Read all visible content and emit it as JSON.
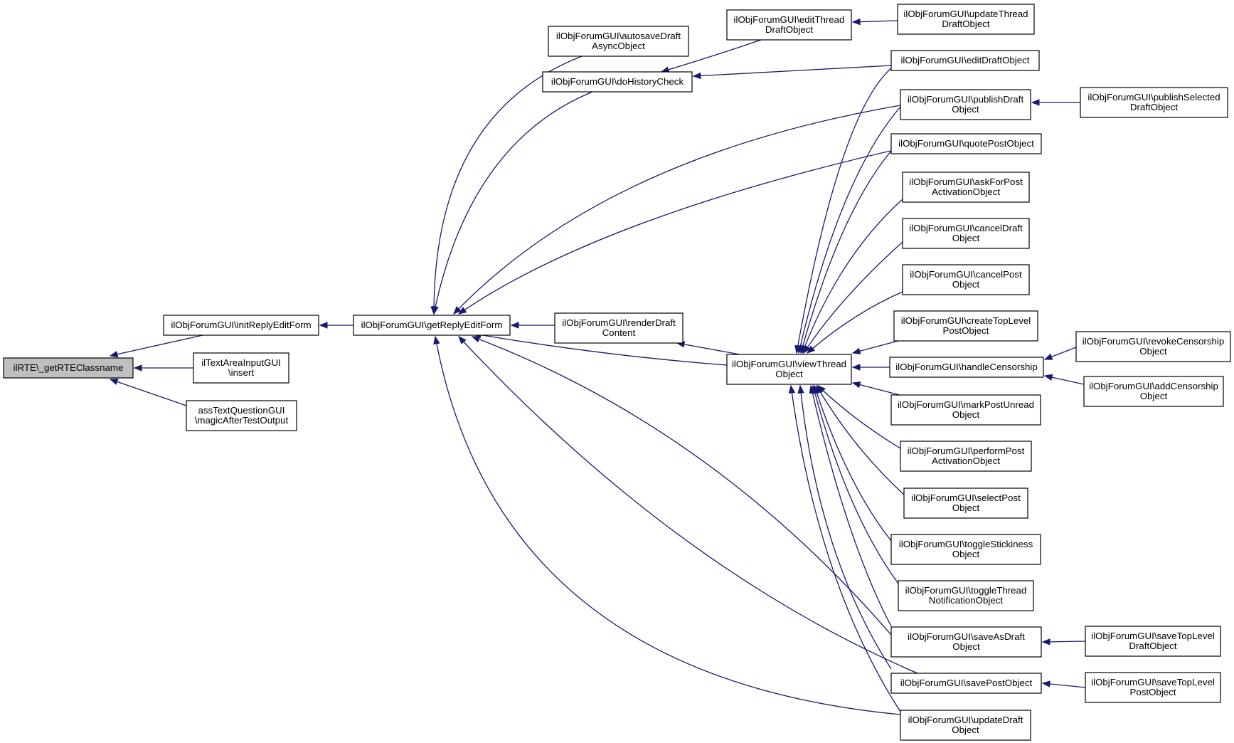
{
  "diagram": {
    "kind": "caller-graph",
    "colors": {
      "edge": "#191970",
      "root_fill": "#bfbfbf",
      "node_fill": "#ffffff",
      "node_border": "#000000"
    },
    "nodes": [
      {
        "id": "root",
        "lines": [
          "ilRTE\\_getRTEClassname"
        ]
      },
      {
        "id": "initReplyEditForm",
        "lines": [
          "ilObjForumGUI\\initReplyEditForm"
        ]
      },
      {
        "id": "textAreaInsert",
        "lines": [
          "ilTextAreaInputGUI",
          "\\insert"
        ]
      },
      {
        "id": "magicAfterTestOutput",
        "lines": [
          "assTextQuestionGUI",
          "\\magicAfterTestOutput"
        ]
      },
      {
        "id": "getReplyEditForm",
        "lines": [
          "ilObjForumGUI\\getReplyEditForm"
        ]
      },
      {
        "id": "autosaveDraftAsync",
        "lines": [
          "ilObjForumGUI\\autosaveDraft",
          "AsyncObject"
        ]
      },
      {
        "id": "doHistoryCheck",
        "lines": [
          "ilObjForumGUI\\doHistoryCheck"
        ]
      },
      {
        "id": "renderDraftContent",
        "lines": [
          "ilObjForumGUI\\renderDraft",
          "Content"
        ]
      },
      {
        "id": "editThreadDraft",
        "lines": [
          "ilObjForumGUI\\editThread",
          "DraftObject"
        ]
      },
      {
        "id": "viewThread",
        "lines": [
          "ilObjForumGUI\\viewThread",
          "Object"
        ]
      },
      {
        "id": "updateThreadDraft",
        "lines": [
          "ilObjForumGUI\\updateThread",
          "DraftObject"
        ]
      },
      {
        "id": "editDraft",
        "lines": [
          "ilObjForumGUI\\editDraftObject"
        ]
      },
      {
        "id": "publishDraft",
        "lines": [
          "ilObjForumGUI\\publishDraft",
          "Object"
        ]
      },
      {
        "id": "quotePost",
        "lines": [
          "ilObjForumGUI\\quotePostObject"
        ]
      },
      {
        "id": "askForPostActivation",
        "lines": [
          "ilObjForumGUI\\askForPost",
          "ActivationObject"
        ]
      },
      {
        "id": "cancelDraft",
        "lines": [
          "ilObjForumGUI\\cancelDraft",
          "Object"
        ]
      },
      {
        "id": "cancelPost",
        "lines": [
          "ilObjForumGUI\\cancelPost",
          "Object"
        ]
      },
      {
        "id": "createTopLevelPost",
        "lines": [
          "ilObjForumGUI\\createTopLevel",
          "PostObject"
        ]
      },
      {
        "id": "handleCensorship",
        "lines": [
          "ilObjForumGUI\\handleCensorship"
        ]
      },
      {
        "id": "markPostUnread",
        "lines": [
          "ilObjForumGUI\\markPostUnread",
          "Object"
        ]
      },
      {
        "id": "performPostActivation",
        "lines": [
          "ilObjForumGUI\\performPost",
          "ActivationObject"
        ]
      },
      {
        "id": "selectPost",
        "lines": [
          "ilObjForumGUI\\selectPost",
          "Object"
        ]
      },
      {
        "id": "toggleStickiness",
        "lines": [
          "ilObjForumGUI\\toggleStickiness",
          "Object"
        ]
      },
      {
        "id": "toggleThreadNotification",
        "lines": [
          "ilObjForumGUI\\toggleThread",
          "NotificationObject"
        ]
      },
      {
        "id": "saveAsDraft",
        "lines": [
          "ilObjForumGUI\\saveAsDraft",
          "Object"
        ]
      },
      {
        "id": "savePost",
        "lines": [
          "ilObjForumGUI\\savePostObject"
        ]
      },
      {
        "id": "updateDraft",
        "lines": [
          "ilObjForumGUI\\updateDraft",
          "Object"
        ]
      },
      {
        "id": "publishSelectedDraft",
        "lines": [
          "ilObjForumGUI\\publishSelected",
          "DraftObject"
        ]
      },
      {
        "id": "revokeCensorship",
        "lines": [
          "ilObjForumGUI\\revokeCensorship",
          "Object"
        ]
      },
      {
        "id": "addCensorship",
        "lines": [
          "ilObjForumGUI\\addCensorship",
          "Object"
        ]
      },
      {
        "id": "saveTopLevelDraft",
        "lines": [
          "ilObjForumGUI\\saveTopLevel",
          "DraftObject"
        ]
      },
      {
        "id": "saveTopLevelPost",
        "lines": [
          "ilObjForumGUI\\saveTopLevel",
          "PostObject"
        ]
      }
    ],
    "edges": [
      {
        "from": "initReplyEditForm",
        "to": "root"
      },
      {
        "from": "textAreaInsert",
        "to": "root"
      },
      {
        "from": "magicAfterTestOutput",
        "to": "root"
      },
      {
        "from": "getReplyEditForm",
        "to": "initReplyEditForm"
      },
      {
        "from": "autosaveDraftAsync",
        "to": "getReplyEditForm"
      },
      {
        "from": "doHistoryCheck",
        "to": "getReplyEditForm"
      },
      {
        "from": "publishDraft",
        "to": "getReplyEditForm"
      },
      {
        "from": "quotePost",
        "to": "getReplyEditForm"
      },
      {
        "from": "renderDraftContent",
        "to": "getReplyEditForm"
      },
      {
        "from": "viewThread",
        "to": "getReplyEditForm"
      },
      {
        "from": "saveAsDraft",
        "to": "getReplyEditForm"
      },
      {
        "from": "savePost",
        "to": "getReplyEditForm"
      },
      {
        "from": "updateDraft",
        "to": "getReplyEditForm"
      },
      {
        "from": "editThreadDraft",
        "to": "doHistoryCheck"
      },
      {
        "from": "editDraft",
        "to": "doHistoryCheck"
      },
      {
        "from": "updateThreadDraft",
        "to": "editThreadDraft"
      },
      {
        "from": "viewThread",
        "to": "renderDraftContent"
      },
      {
        "from": "editDraft",
        "to": "viewThread"
      },
      {
        "from": "publishDraft",
        "to": "viewThread"
      },
      {
        "from": "quotePost",
        "to": "viewThread"
      },
      {
        "from": "askForPostActivation",
        "to": "viewThread"
      },
      {
        "from": "cancelDraft",
        "to": "viewThread"
      },
      {
        "from": "cancelPost",
        "to": "viewThread"
      },
      {
        "from": "createTopLevelPost",
        "to": "viewThread"
      },
      {
        "from": "handleCensorship",
        "to": "viewThread"
      },
      {
        "from": "markPostUnread",
        "to": "viewThread"
      },
      {
        "from": "performPostActivation",
        "to": "viewThread"
      },
      {
        "from": "selectPost",
        "to": "viewThread"
      },
      {
        "from": "toggleStickiness",
        "to": "viewThread"
      },
      {
        "from": "toggleThreadNotification",
        "to": "viewThread"
      },
      {
        "from": "saveAsDraft",
        "to": "viewThread"
      },
      {
        "from": "savePost",
        "to": "viewThread"
      },
      {
        "from": "updateDraft",
        "to": "viewThread"
      },
      {
        "from": "publishSelectedDraft",
        "to": "publishDraft"
      },
      {
        "from": "revokeCensorship",
        "to": "handleCensorship"
      },
      {
        "from": "addCensorship",
        "to": "handleCensorship"
      },
      {
        "from": "saveTopLevelDraft",
        "to": "saveAsDraft"
      },
      {
        "from": "saveTopLevelPost",
        "to": "savePost"
      }
    ]
  }
}
